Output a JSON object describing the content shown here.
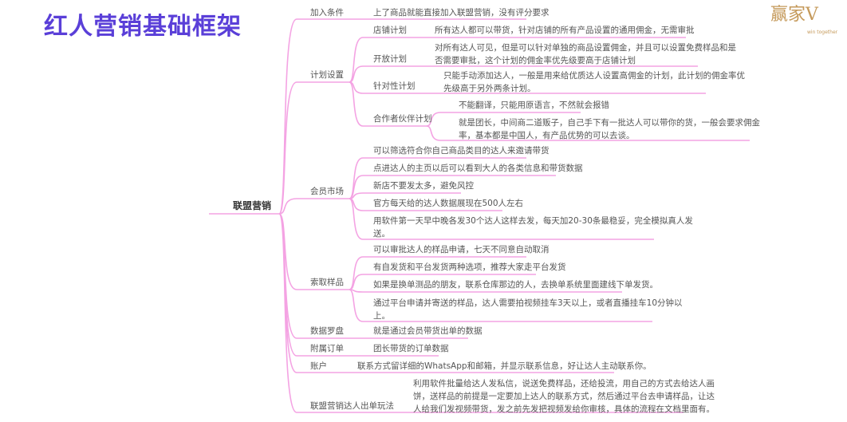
{
  "title": "红人营销基础框架",
  "logo": {
    "text": "赢家V",
    "sub": "win together"
  },
  "root": "联盟营销",
  "branches": [
    {
      "label": "加入条件",
      "items": [
        "上了商品就能直接加入联盟营销，没有评分要求"
      ]
    },
    {
      "label": "计划设置",
      "subs": [
        {
          "label": "店铺计划",
          "text": "所有达人都可以带货，针对店铺的所有产品设置的通用佣金，无需审批"
        },
        {
          "label": "开放计划",
          "text": [
            "对所有达人可见，但是可以针对单独的商品设置佣金，并且可以设置免费样品和是",
            "否需要审批，这个计划的佣金率优先级要高于店铺计划"
          ]
        },
        {
          "label": "针对性计划",
          "text": [
            "只能手动添加达人，一般是用来给优质达人设置高佣金的计划，此计划的佣金率优",
            "先级高于另外两条计划。"
          ]
        },
        {
          "label": "合作者伙伴计划",
          "items": [
            "不能翻译，只能用原语言，不然就会报错",
            [
              "就是团长，中间商二道贩子，自己手下有一批达人可以带你的货，一般会要求佣金",
              "率，基本都是中国人，有产品优势的可以去谈。"
            ]
          ]
        }
      ]
    },
    {
      "label": "会员市场",
      "items": [
        "可以筛选符合你自己商品类目的达人来邀请带货",
        "点进达人的主页以后可以看到大人的各类信息和带货数据",
        "新店不要发太多，避免风控",
        "官方每天给的达人数据展现在500人左右",
        [
          "用软件第一天早中晚各发30个达人这样去发，每天加20-30条最稳妥，完全模拟真人发",
          "送。"
        ]
      ]
    },
    {
      "label": "索取样品",
      "items": [
        "可以审批达人的样品申请，七天不同意自动取消",
        "有自发货和平台发货两种选项，推荐大家走平台发货",
        "如果是换单测品的朋友，联系仓库那边的人，去换单系统里面建线下单发货。",
        [
          "通过平台申请并寄送的样品，达人需要拍视频挂车3天以上，或者直播挂车10分钟以",
          "上。"
        ]
      ]
    },
    {
      "label": "数据罗盘",
      "items": [
        "就是通过会员带货出单的数据"
      ]
    },
    {
      "label": "附属订单",
      "items": [
        "团长带货的订单数据"
      ]
    },
    {
      "label": "账户",
      "items": [
        "联系方式留详细的WhatsApp和邮箱，并显示联系信息，好让达人主动联系你。"
      ]
    },
    {
      "label": "联盟营销达人出单玩法",
      "items": [
        [
          "利用软件批量给达人发私信，说送免费样品，还给投流，用自己的方式去给达人画",
          "饼，送样品的前提是一定要加上达人的联系方式，然后通过平台去申请样品，让达",
          "人给我们发视频带货，发之前先发把视频发给你审核，具体的流程在文档里面有。"
        ]
      ]
    }
  ],
  "colors": {
    "line": "#f4a3e3",
    "title": "#5a3fd8",
    "logo": "#c59a5b"
  }
}
